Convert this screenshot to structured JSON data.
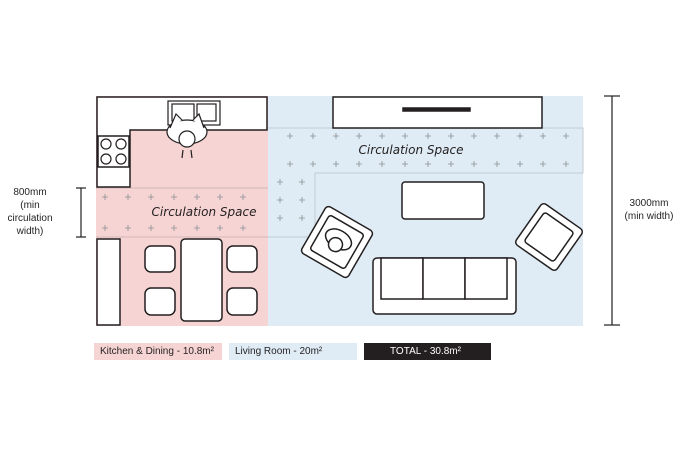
{
  "dimensions": {
    "left_label": [
      "800mm",
      "(min",
      "circulation",
      "width)"
    ],
    "right_label": [
      "3000mm",
      "(min width)"
    ]
  },
  "zones": {
    "kitchen_circulation": "Circulation Space",
    "living_circulation": "Circulation Space"
  },
  "legend": {
    "kitchen": "Kitchen & Dining - 10.8m²",
    "living": "Living Room - 20m²",
    "total": "TOTAL - 30.8m²"
  },
  "colors": {
    "kitchen_fill": "#f6d4d3",
    "living_fill": "#dfecf5",
    "total_fill": "#231f20",
    "line": "#231f20"
  }
}
